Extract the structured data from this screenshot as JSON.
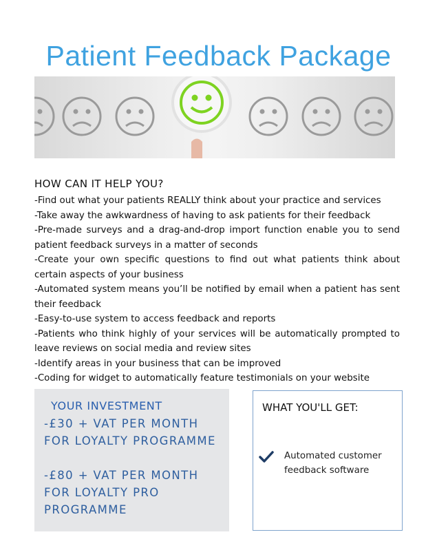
{
  "title": "Patient Feedback Package",
  "hero": {
    "faces": [
      "sad-face-icon",
      "sad-face-icon",
      "sad-face-icon",
      "smiley-face-icon",
      "sad-face-icon",
      "sad-face-icon",
      "sad-face-icon"
    ]
  },
  "section": {
    "heading": "HOW CAN IT HELP YOU?",
    "bullets": [
      "-Find out what your patients REALLY think about your practice and services",
      "-Take away the awkwardness of having to ask patients for their feedback",
      "-Pre-made surveys and a drag-and-drop import function enable you to send patient feedback surveys in a matter of seconds",
      "-Create your own specific questions to find out what patients think about certain aspects of your business",
      "-Automated system means you’ll be notified by email when a patient has sent their feedback",
      "-Easy-to-use system to access feedback and reports",
      "-Patients who think highly of your services will be automatically prompted to leave reviews on social media and review sites",
      "-Identify areas in your business that can be improved",
      "-Coding for widget to automatically feature testimonials on your website"
    ]
  },
  "investment": {
    "title": "YOUR INVESTMENT",
    "price1_line1": "-£30 + VAT PER MONTH",
    "price1_line2": "FOR LOYALTY PROGRAMME",
    "price2_line1": "-£80 + VAT PER MONTH",
    "price2_line2": "FOR LOYALTY PRO",
    "price2_line3": "PROGRAMME"
  },
  "get": {
    "title": "WHAT YOU'LL GET:",
    "item_line1": "Automated customer",
    "item_line2": "feedback software"
  },
  "colors": {
    "title": "#3fa2e0",
    "investment_text": "#2f5f9f",
    "smiley": "#7ed321",
    "box_border": "#7ea3cc",
    "invest_bg": "#e5e6e8"
  }
}
